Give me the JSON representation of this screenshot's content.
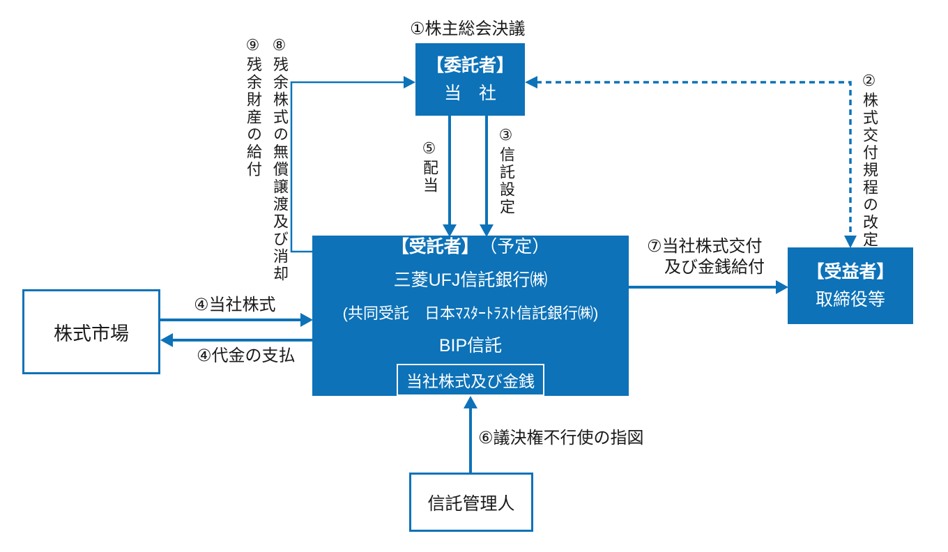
{
  "colors": {
    "primary_blue": "#0d72b8",
    "box_text_white": "#ffffff",
    "label_text_black": "#1a1a1a"
  },
  "nodes": {
    "settlor": {
      "role": "【委託者】",
      "name": "当　社"
    },
    "trustee": {
      "role": "【受託者】",
      "note": "（予定）",
      "bank": "三菱UFJ信託銀行㈱",
      "co_trustee": "(共同受託　日本ﾏｽﾀｰﾄﾗｽﾄ信託銀行㈱)",
      "trust_name": "BIP信託",
      "assets": "当社株式及び金銭"
    },
    "beneficiary": {
      "role": "【受益者】",
      "name": "取締役等"
    },
    "stock_market": {
      "name": "株式市場"
    },
    "trust_administrator": {
      "name": "信託管理人"
    }
  },
  "labels": {
    "step1": "①株主総会決議",
    "step2": "②株式交付規程の改定",
    "step3": "③信託設定",
    "step4_shares": "④当社株式",
    "step4_payment": "④代金の支払",
    "step5": "⑤配当",
    "step6": "⑥議決権不行使の指図",
    "step7_line1": "⑦当社株式交付",
    "step7_line2": "及び金銭給付",
    "step8": "⑧残余株式の無償譲渡及び消却",
    "step9": "⑨残余財産の給付"
  }
}
